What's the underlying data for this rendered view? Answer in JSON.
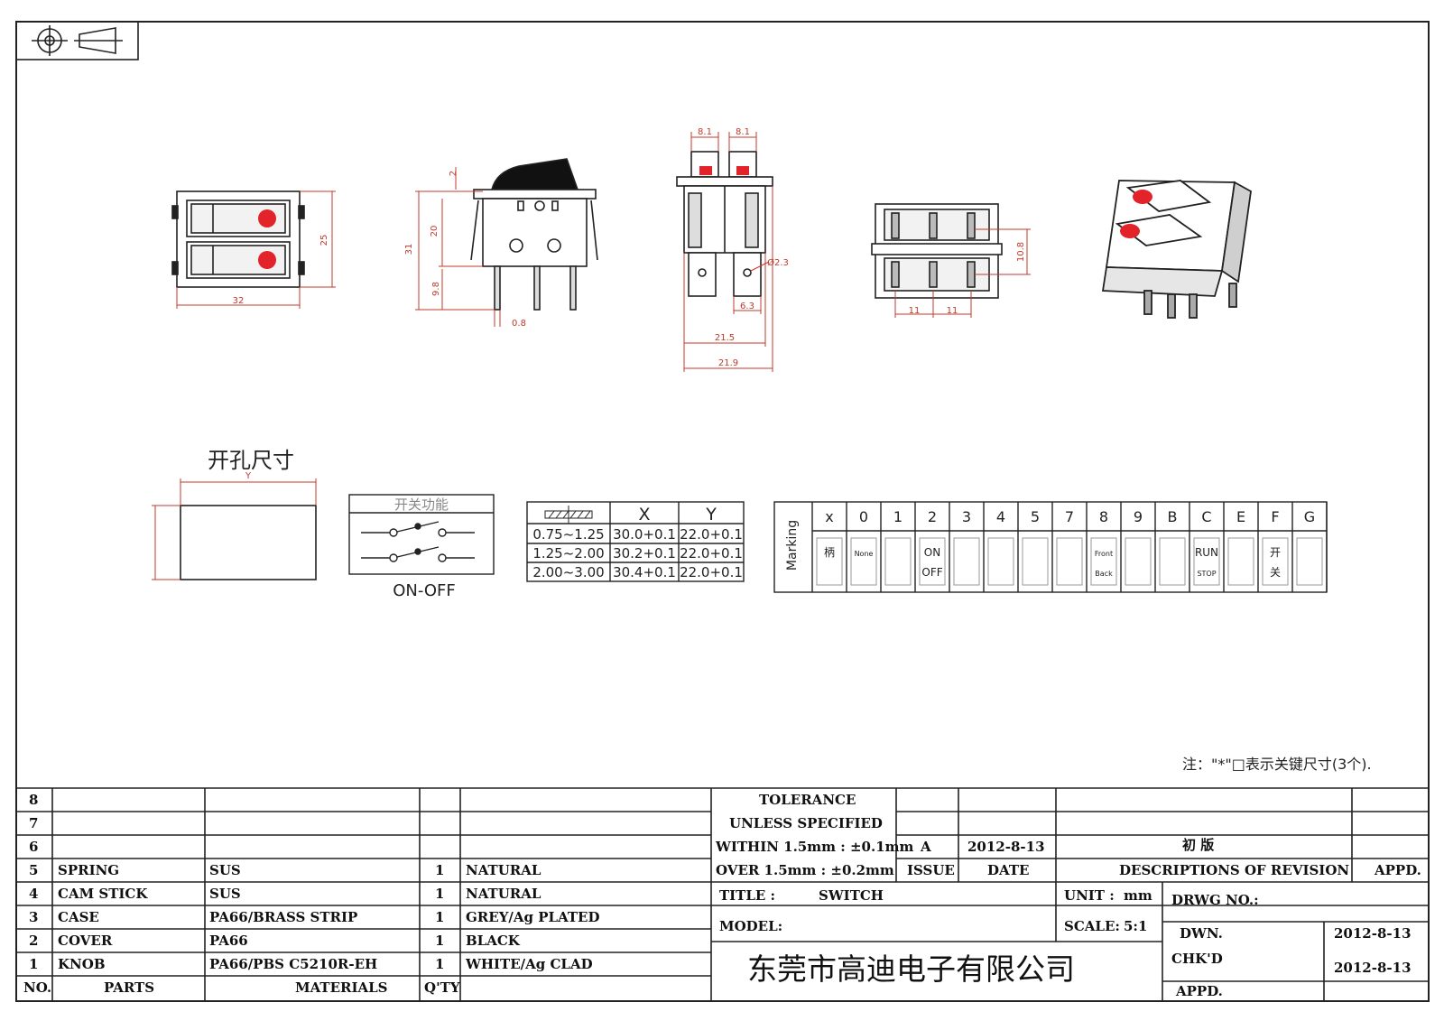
{
  "dims": {
    "front_w": "32",
    "front_h": "25",
    "side_top": "2",
    "side_h": "20",
    "side_total": "31",
    "side_pin": "9.8",
    "side_t": "0.8",
    "end_w1": "8.1",
    "end_w2": "8.1",
    "end_dia": "Ø2.3",
    "end_tab": "6.3",
    "end_w3": "21.5",
    "end_w4": "21.9",
    "bottom_h": "10.8",
    "bottom_w1": "11",
    "bottom_w2": "11"
  },
  "cutout": {
    "title": "开孔尺寸",
    "y_label": "Y"
  },
  "function_box": {
    "title": "开关功能",
    "caption": "ON-OFF"
  },
  "panel_table": {
    "headers": [
      "X",
      "Y"
    ],
    "rows": [
      [
        "0.75~1.25",
        "30.0+0.1",
        "22.0+0.1"
      ],
      [
        "1.25~2.00",
        "30.2+0.1",
        "22.0+0.1"
      ],
      [
        "2.00~3.00",
        "30.4+0.1",
        "22.0+0.1"
      ]
    ]
  },
  "marking": {
    "label": "Marking",
    "codes": [
      "x",
      "0",
      "1",
      "2",
      "3",
      "4",
      "5",
      "7",
      "8",
      "9",
      "B",
      "C",
      "E",
      "F",
      "G"
    ],
    "symbols": [
      "柄",
      "None",
      "",
      "ON OFF",
      "",
      "",
      "",
      "",
      "Front Back",
      "",
      "",
      "RUN STOP",
      "",
      "开 关",
      ""
    ]
  },
  "note": "注：\"*\"□表示关键尺寸(3个).",
  "parts": [
    {
      "no": "8",
      "part": "",
      "material": "",
      "qty": "",
      "finish": ""
    },
    {
      "no": "7",
      "part": "",
      "material": "",
      "qty": "",
      "finish": ""
    },
    {
      "no": "6",
      "part": "",
      "material": "",
      "qty": "",
      "finish": ""
    },
    {
      "no": "5",
      "part": "SPRING",
      "material": "SUS",
      "qty": "1",
      "finish": "NATURAL"
    },
    {
      "no": "4",
      "part": "CAM STICK",
      "material": "SUS",
      "qty": "1",
      "finish": "NATURAL"
    },
    {
      "no": "3",
      "part": "CASE",
      "material": "PA66/BRASS STRIP",
      "qty": "1",
      "finish": "GREY/Ag PLATED"
    },
    {
      "no": "2",
      "part": "COVER",
      "material": "PA66",
      "qty": "1",
      "finish": "BLACK"
    },
    {
      "no": "1",
      "part": "KNOB",
      "material": "PA66/PBS C5210R-EH",
      "qty": "1",
      "finish": "WHITE/Ag CLAD"
    }
  ],
  "parts_header": {
    "no": "NO.",
    "part": "PARTS",
    "material": "MATERIALS",
    "qty": "Q'TY"
  },
  "tolerance": {
    "l1": "TOLERANCE",
    "l2": "UNLESS  SPECIFIED",
    "l3": "WITHIN 1.5mm : ±0.1mm",
    "l4": "OVER 1.5mm : ±0.2mm"
  },
  "revision": {
    "issue": "A",
    "date": "2012-8-13",
    "desc": "初 版",
    "issue_h": "ISSUE",
    "date_h": "DATE",
    "desc_h": "DESCRIPTIONS OF REVISION",
    "appd_h": "APPD."
  },
  "title_block": {
    "title_label": "TITLE :",
    "title": "SWITCH",
    "unit_label": "UNIT :",
    "unit": "mm",
    "drwg_label": "DRWG NO.:",
    "model_label": "MODEL:",
    "scale_label": "SCALE:",
    "scale": "5:1",
    "dwn_label": "DWN.",
    "dwn_date": "2012-8-13",
    "chkd_label": "CHK'D",
    "chkd_date": "2012-8-13",
    "appd_label": "APPD.",
    "company": "东莞市高迪电子有限公司"
  },
  "colors": {
    "line": "#222222",
    "dim": "#c0392b",
    "lamp": "#e2232a",
    "shade": "#cccccc"
  }
}
